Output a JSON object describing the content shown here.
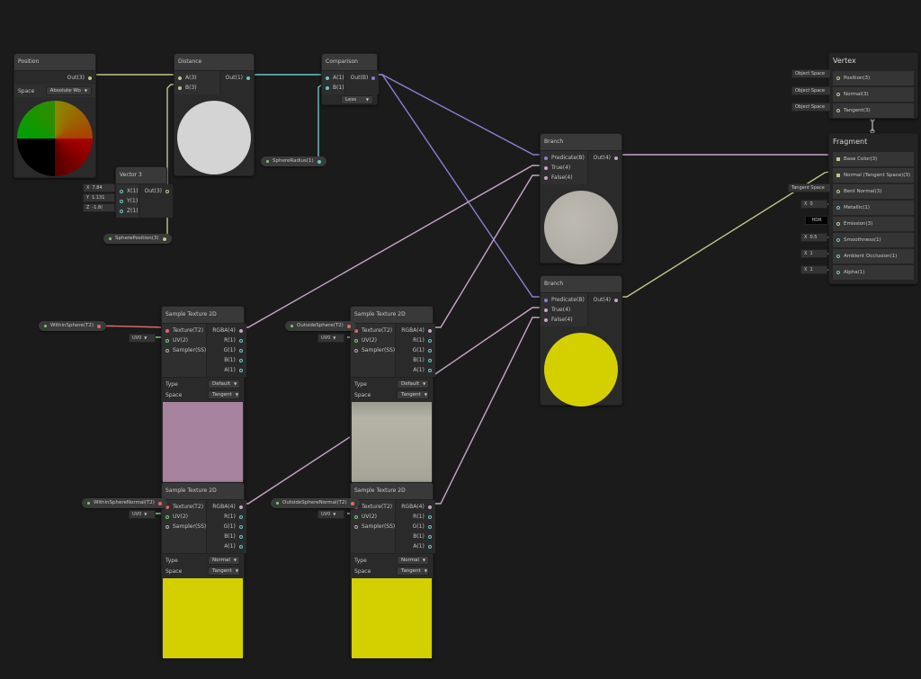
{
  "colors": {
    "background": "#1b1b1b",
    "vec3": "#c4c48a",
    "vec1": "#6ec4c4",
    "bool": "#8a7fd0",
    "vec4": "#c8a4c8",
    "tex": "#e06b6b",
    "uv": "#7acb7a",
    "yellow_preview": "#d4d000"
  },
  "nodes": {
    "position": {
      "title": "Position",
      "out": "Out(3)",
      "space_label": "Space",
      "space_value": "Absolute Wo"
    },
    "vector3": {
      "title": "Vector 3",
      "inputs": [
        "X(1)",
        "Y(1)",
        "Z(1)"
      ],
      "out": "Out(3)",
      "fields": [
        {
          "axis": "X",
          "value": "7.84"
        },
        {
          "axis": "Y",
          "value": "1.131"
        },
        {
          "axis": "Z",
          "value": "-1.8("
        }
      ]
    },
    "distance": {
      "title": "Distance",
      "inputs": [
        "A(3)",
        "B(3)"
      ],
      "out": "Out(1)"
    },
    "comparison": {
      "title": "Comparison",
      "inputs": [
        "A(1)",
        "B(1)"
      ],
      "out": "Out(B)",
      "mode": "Less"
    },
    "branch1": {
      "title": "Branch",
      "inputs": [
        "Predicate(B)",
        "True(4)",
        "False(4)"
      ],
      "out": "Out(4)"
    },
    "branch2": {
      "title": "Branch",
      "inputs": [
        "Predicate(B)",
        "True(4)",
        "False(4)"
      ],
      "out": "Out(4)"
    },
    "tex_common": {
      "title": "Sample Texture 2D",
      "inputs": [
        "Texture(T2)",
        "UV(2)",
        "Sampler(SS)"
      ],
      "outputs": [
        "RGBA(4)",
        "R(1)",
        "G(1)",
        "B(1)",
        "A(1)"
      ],
      "type_label": "Type",
      "space_label": "Space",
      "uv_value": "UV0"
    },
    "tex1": {
      "type_value": "Default",
      "space_value": "Tangent"
    },
    "tex2": {
      "type_value": "Default",
      "space_value": "Tangent"
    },
    "tex3": {
      "type_value": "Normal",
      "space_value": "Tangent"
    },
    "tex4": {
      "type_value": "Normal",
      "space_value": "Tangent"
    }
  },
  "properties": {
    "sphere_position": "SpherePosition(3)",
    "sphere_radius": "SphereRadius(1)",
    "within_sphere": "WithinSphere(T2)",
    "outside_sphere": "OutsideSphere(T2)",
    "within_sphere_normal": "WithinSphereNormal(T2)",
    "outside_sphere_normal": "OutsideSphereNormal(T2)"
  },
  "vertex": {
    "title": "Vertex",
    "rows": [
      {
        "label": "Position(3)",
        "default": "Object Space"
      },
      {
        "label": "Normal(3)",
        "default": "Object Space"
      },
      {
        "label": "Tangent(3)",
        "default": "Object Space"
      }
    ]
  },
  "fragment": {
    "title": "Fragment",
    "rows": [
      {
        "label": "Base Color(3)",
        "default": ""
      },
      {
        "label": "Normal (Tangent Space)(3)",
        "default": ""
      },
      {
        "label": "Bent Normal(3)",
        "default": "Tangent Space"
      },
      {
        "label": "Metallic(1)",
        "default": "0",
        "axis": "X"
      },
      {
        "label": "Emission(3)",
        "default": "HDR"
      },
      {
        "label": "Smoothness(1)",
        "default": "0.5",
        "axis": "X"
      },
      {
        "label": "Ambient Occlusion(1)",
        "default": "1",
        "axis": "X"
      },
      {
        "label": "Alpha(1)",
        "default": "1",
        "axis": "X"
      }
    ]
  }
}
